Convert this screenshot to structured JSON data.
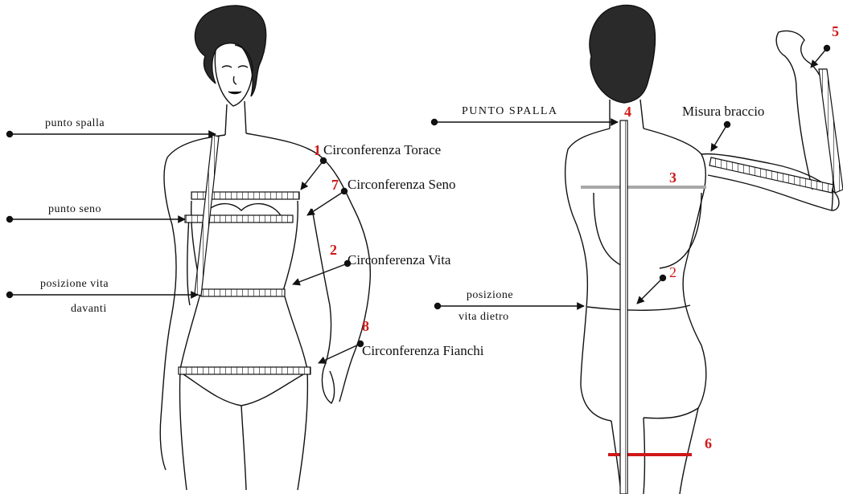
{
  "colors": {
    "ink": "#111111",
    "accent": "#d01818",
    "level_line": "#a8a8a8",
    "paper": "#ffffff"
  },
  "front": {
    "labels": {
      "punto_spalla": "punto spalla",
      "punto_seno": "punto seno",
      "posizione_vita": "posizione vita",
      "davanti": "davanti"
    },
    "measures": {
      "torace": {
        "number": "1",
        "label": "Circonferenza Torace"
      },
      "seno": {
        "number": "7",
        "label": "Circonferenza Seno"
      },
      "vita": {
        "number": "2",
        "label": "Circonferenza Vita"
      },
      "fianchi": {
        "number": "8",
        "label": "Circonferenza Fianchi"
      }
    }
  },
  "back": {
    "labels": {
      "punto_spalla": "PUNTO SPALLA",
      "misura_braccio": "Misura braccio",
      "posizione": "posizione",
      "vita_dietro": "vita dietro"
    },
    "numbers": {
      "n4": "4",
      "n3": "3",
      "n2": "2",
      "n5": "5",
      "n6": "6"
    }
  }
}
